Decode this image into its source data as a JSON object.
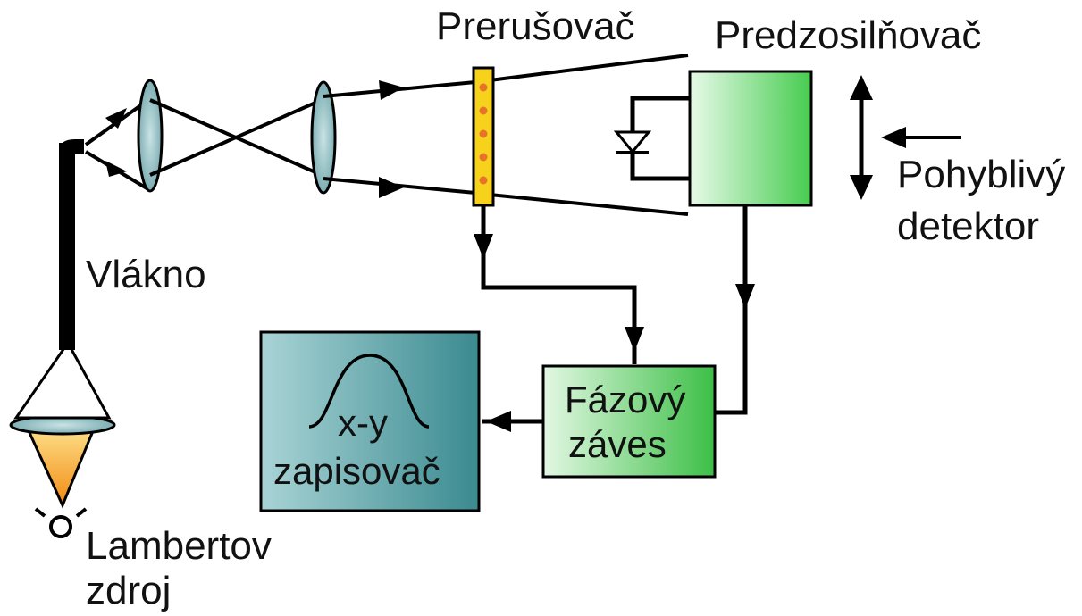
{
  "labels": {
    "chopper": "Prerušovač",
    "preamp": "Predzosilňovač",
    "movable_detector_line1": "Pohyblivý",
    "movable_detector_line2": "detektor",
    "fiber": "Vlákno",
    "source_line1": "Lambertov",
    "source_line2": "zdroj",
    "lockin_line1": "Fázový",
    "lockin_line2": "záves",
    "recorder_line1": "x-y",
    "recorder_line2": "zapisovač"
  },
  "colors": {
    "lens": "#8fb8bc",
    "lockin_box": "#43c24e",
    "preamp_box": "#4ad052",
    "recorder_box": "#3e8c92",
    "chopper_fill": "#f7d21c",
    "chopper_holes": "#e8722a",
    "source_cone": "#f59a1a"
  }
}
